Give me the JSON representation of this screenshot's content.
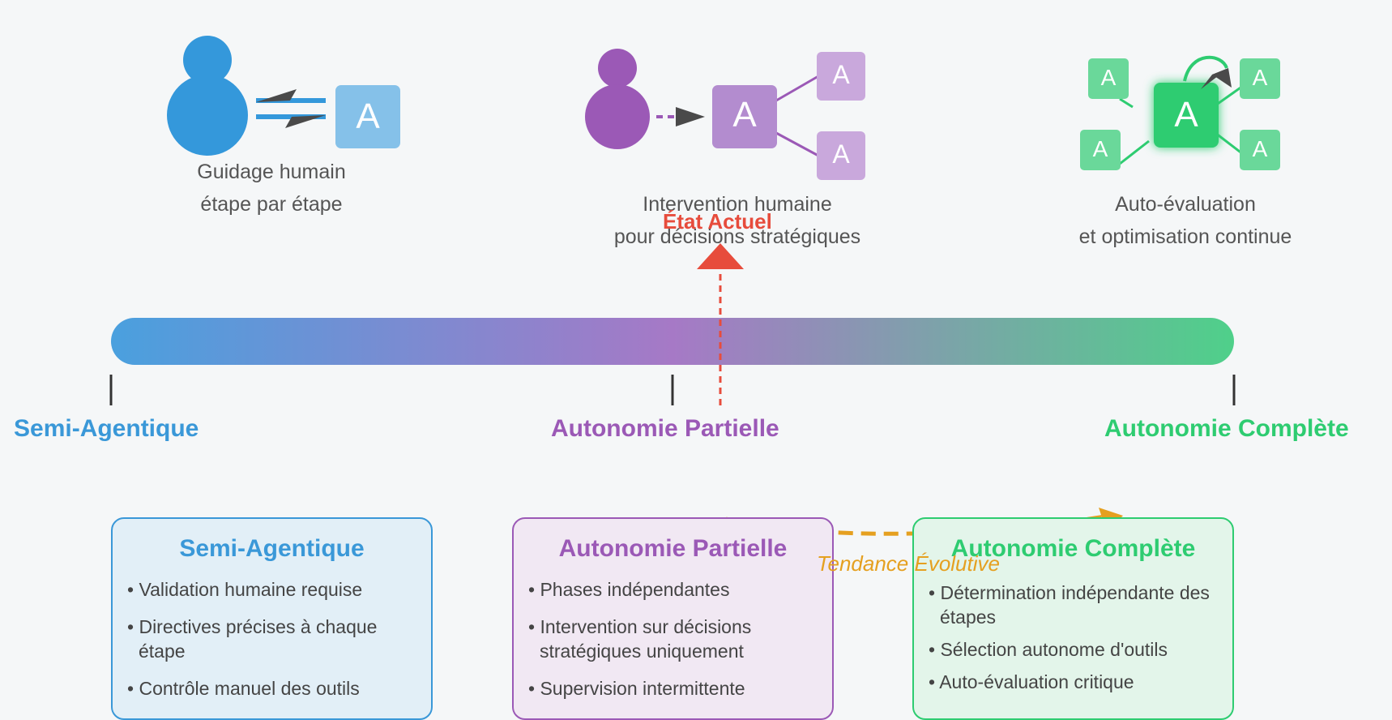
{
  "modes": [
    {
      "caption_line1": "Guidage humain",
      "caption_line2": "étape par étape",
      "agent_letter": "A"
    },
    {
      "caption_line1": "Intervention humaine",
      "caption_line2": "pour décisions stratégiques",
      "agent_letter": "A"
    },
    {
      "caption_line1": "Auto-évaluation",
      "caption_line2": "et optimisation continue",
      "agent_letter": "A"
    }
  ],
  "scale": {
    "levels": [
      "Semi-Agentique",
      "Autonomie Partielle",
      "Autonomie Complète"
    ],
    "current_state_label": "État Actuel",
    "trend_label": "Tendance Évolutive"
  },
  "cards": [
    {
      "title": "Semi-Agentique",
      "items": [
        "Validation humaine requise",
        "Directives précises à chaque étape",
        "Contrôle manuel des outils"
      ]
    },
    {
      "title": "Autonomie Partielle",
      "items": [
        "Phases indépendantes",
        "Intervention sur décisions stratégiques uniquement",
        "Supervision intermittente"
      ]
    },
    {
      "title": "Autonomie Complète",
      "items": [
        "Détermination indépendante des étapes",
        "Sélection autonome d'outils",
        "Auto-évaluation critique"
      ]
    }
  ],
  "colors": {
    "semi": "#3a98d8",
    "partial": "#9b59b6",
    "full": "#2ecc71",
    "current": "#e74c3c",
    "trend": "#e5a020"
  }
}
